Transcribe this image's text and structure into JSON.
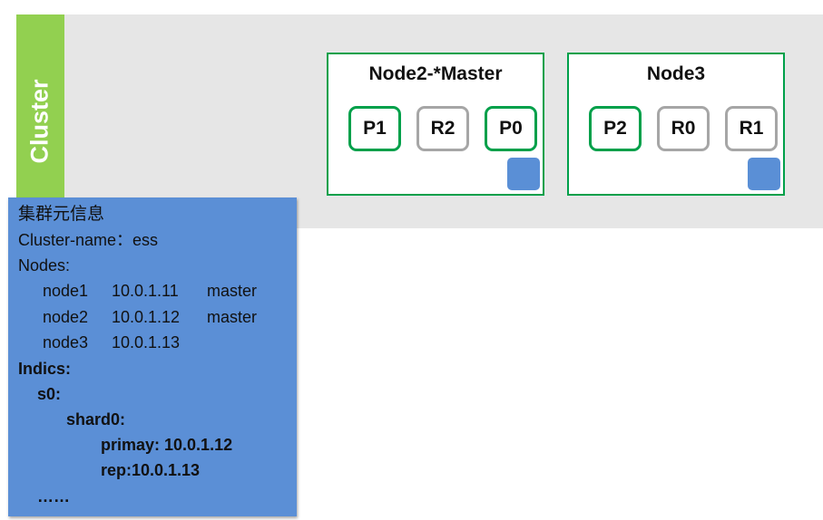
{
  "cluster": {
    "label": "Cluster"
  },
  "nodes": [
    {
      "title": "Node2-*Master",
      "shards": [
        {
          "label": "P1",
          "kind": "primary"
        },
        {
          "label": "R2",
          "kind": "replica"
        },
        {
          "label": "P0",
          "kind": "primary"
        }
      ]
    },
    {
      "title": "Node3",
      "shards": [
        {
          "label": "P2",
          "kind": "primary"
        },
        {
          "label": "R0",
          "kind": "replica"
        },
        {
          "label": "R1",
          "kind": "replica"
        }
      ]
    }
  ],
  "metadata": {
    "title": "集群元信息",
    "cluster_name": "Cluster-name：ess",
    "nodes_label": "Nodes:",
    "node_rows": [
      {
        "name": "node1",
        "ip": "10.0.1.11",
        "role": "master",
        "removed": true
      },
      {
        "name": "node2",
        "ip": "10.0.1.12",
        "role": "master",
        "removed": false
      },
      {
        "name": "node3",
        "ip": "10.0.1.13",
        "role": "",
        "removed": false
      }
    ],
    "indics_label": "Indics:",
    "index_name": "s0:",
    "shard_name": "shard0:",
    "primary_line": "primay: 10.0.1.12",
    "rep_line": "rep:10.0.1.13",
    "ellipsis": "……"
  },
  "colors": {
    "cluster_tab": "#92d050",
    "cluster_area": "#e6e6e6",
    "primary_border": "#00a04a",
    "replica_border": "#a6a6a6",
    "panel": "#5b8fd6"
  }
}
